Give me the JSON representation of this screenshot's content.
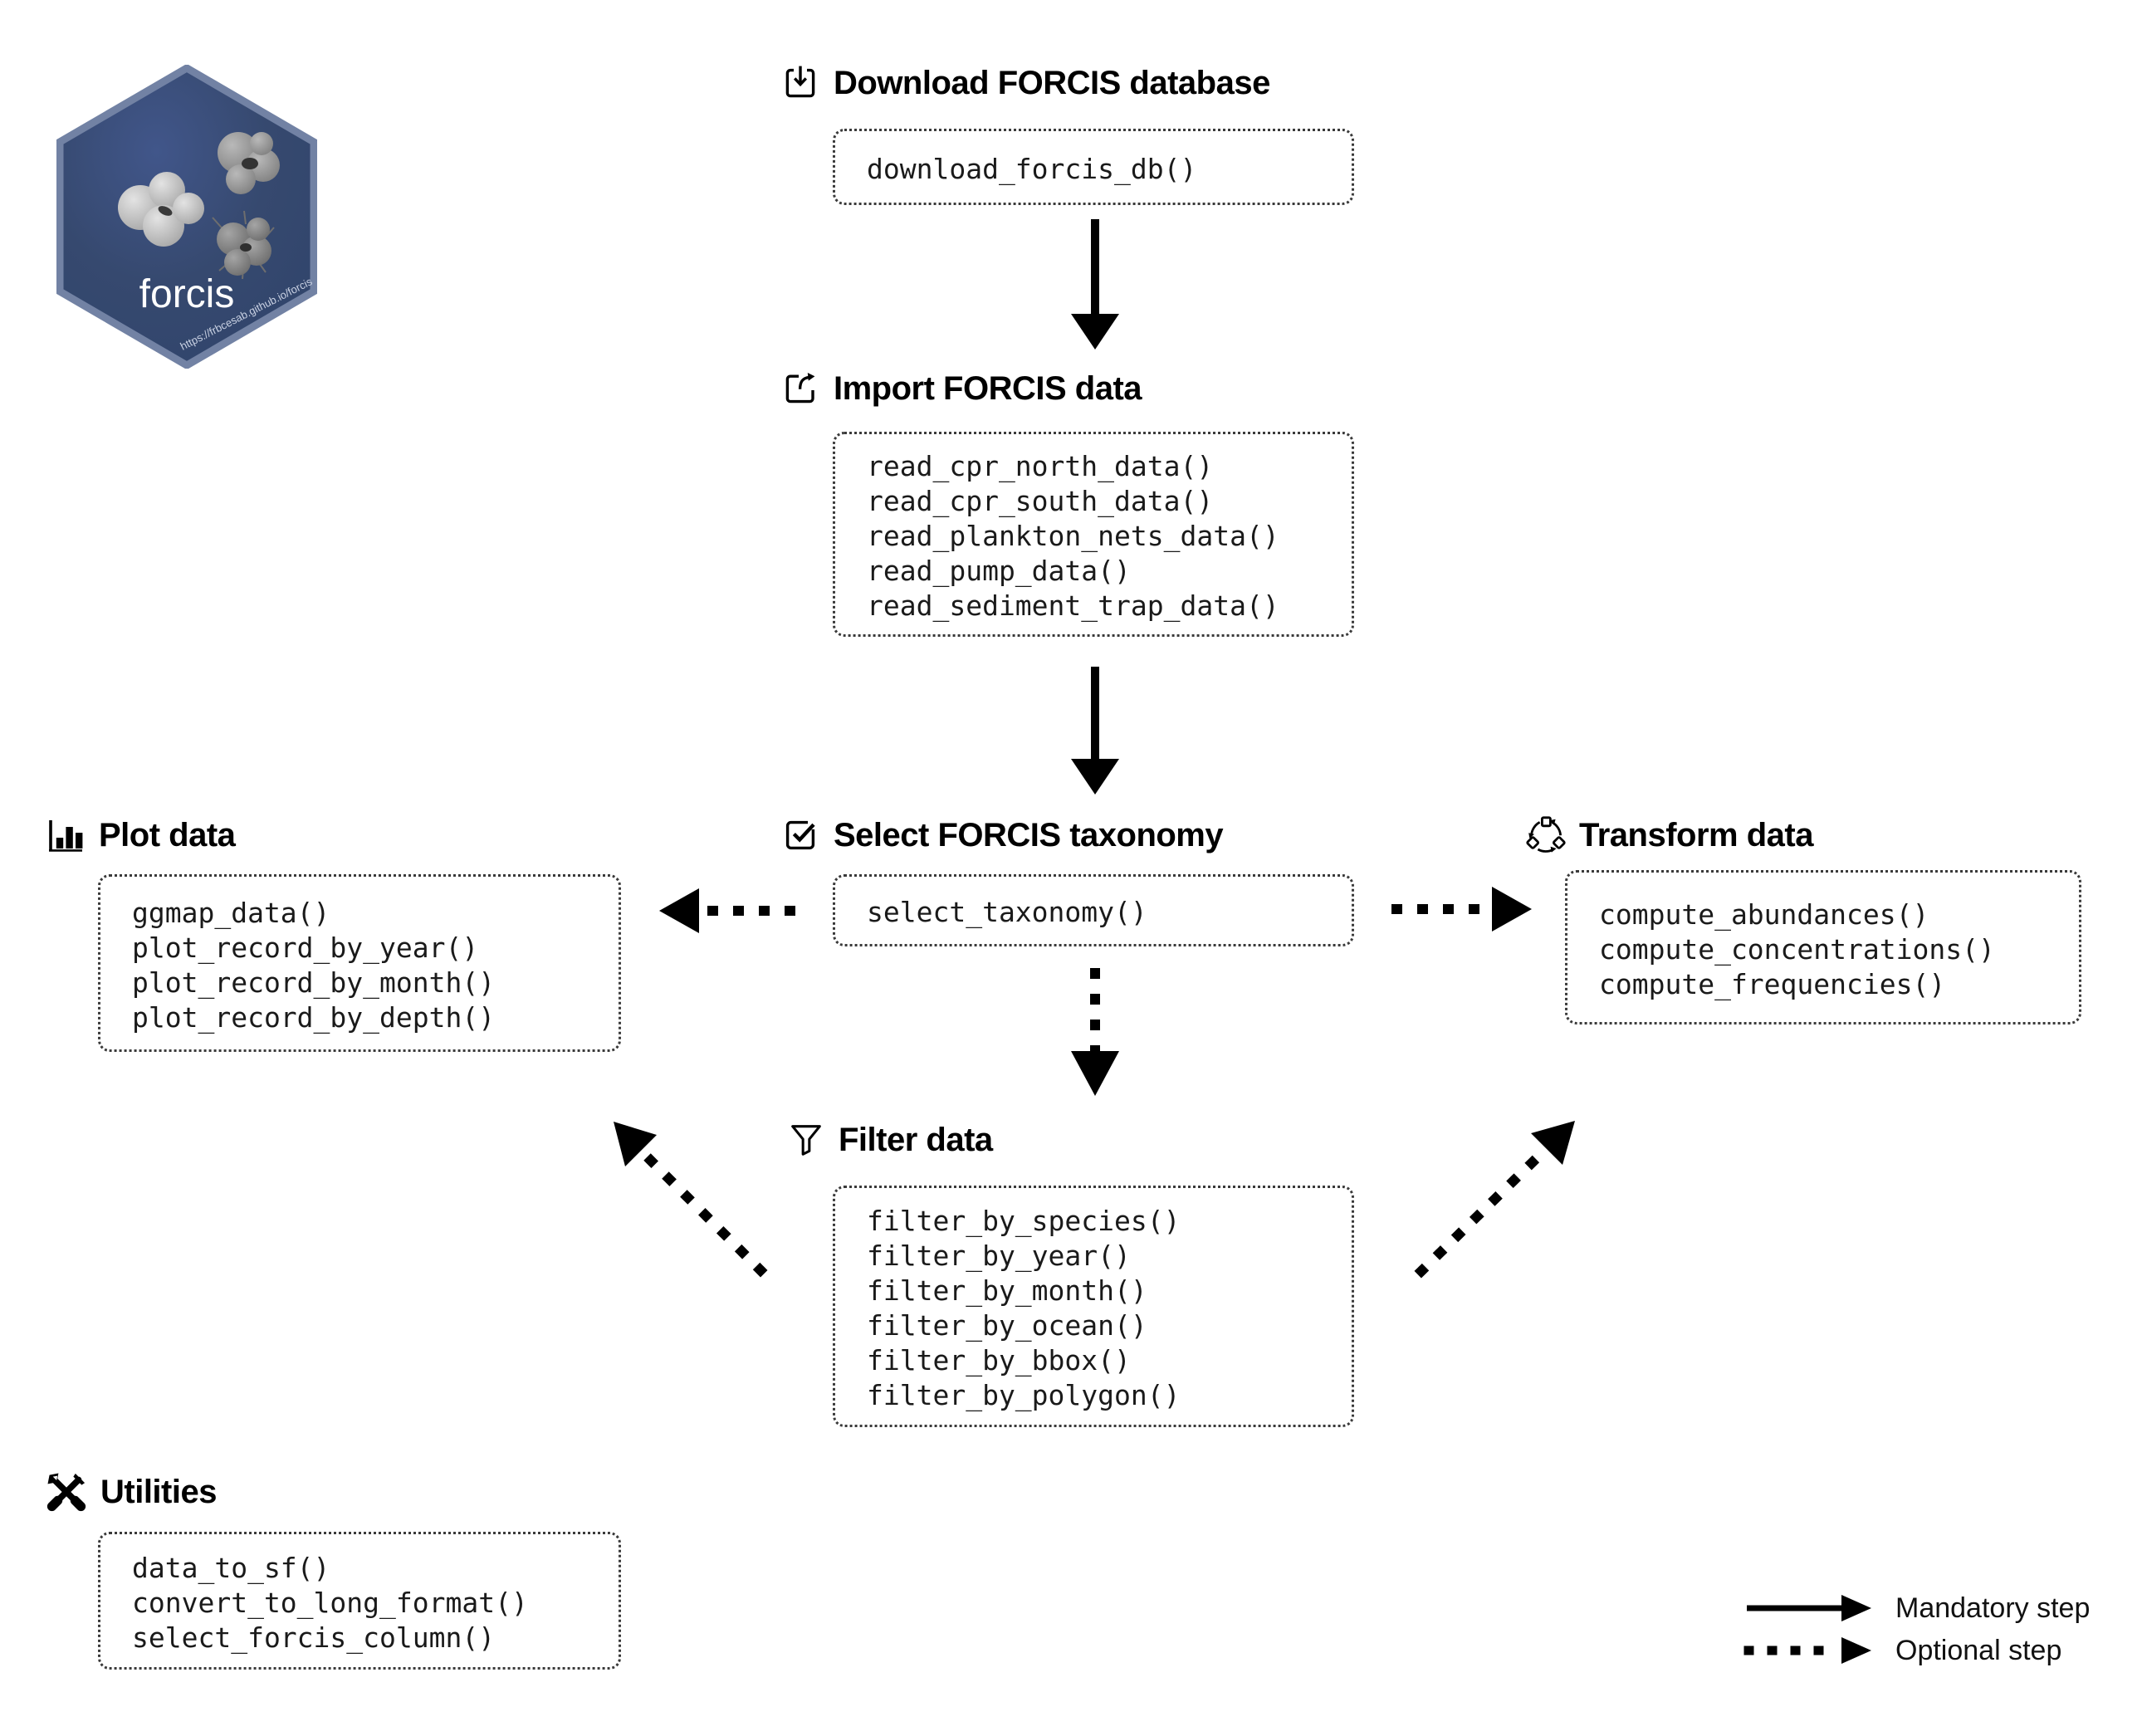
{
  "logo": {
    "name": "forcis",
    "url_text": "https://frbcesab.github.io/forcis",
    "fill": "#34496f",
    "border": "#7282a4"
  },
  "sections": {
    "download": {
      "title": "Download FORCIS database",
      "icon": "tray-arrow-down-icon",
      "functions": [
        "download_forcis_db()"
      ]
    },
    "import": {
      "title": "Import FORCIS data",
      "icon": "box-arrow-out-icon",
      "functions": [
        "read_cpr_north_data()",
        "read_cpr_south_data()",
        "read_plankton_nets_data()",
        "read_pump_data()",
        "read_sediment_trap_data()"
      ]
    },
    "select": {
      "title": "Select FORCIS taxonomy",
      "icon": "checkbox-checked-icon",
      "functions": [
        "select_taxonomy()"
      ]
    },
    "plot": {
      "title": "Plot data",
      "icon": "bar-chart-icon",
      "functions": [
        "ggmap_data()",
        "plot_record_by_year()",
        "plot_record_by_month()",
        "plot_record_by_depth()"
      ]
    },
    "transform": {
      "title": "Transform data",
      "icon": "recycle-squares-icon",
      "functions": [
        "compute_abundances()",
        "compute_concentrations()",
        "compute_frequencies()"
      ]
    },
    "filter": {
      "title": "Filter data",
      "icon": "funnel-icon",
      "functions": [
        "filter_by_species()",
        "filter_by_year()",
        "filter_by_month()",
        "filter_by_ocean()",
        "filter_by_bbox()",
        "filter_by_polygon()"
      ]
    },
    "utilities": {
      "title": "Utilities",
      "icon": "crossed-tools-icon",
      "functions": [
        "data_to_sf()",
        "convert_to_long_format()",
        "select_forcis_column()"
      ]
    }
  },
  "legend": {
    "mandatory_label": "Mandatory step",
    "optional_label": "Optional step"
  },
  "colors": {
    "arrow": "#000000",
    "box_border": "#3a3a3a",
    "code_text": "#1a1a1a",
    "heading_text": "#000000"
  }
}
